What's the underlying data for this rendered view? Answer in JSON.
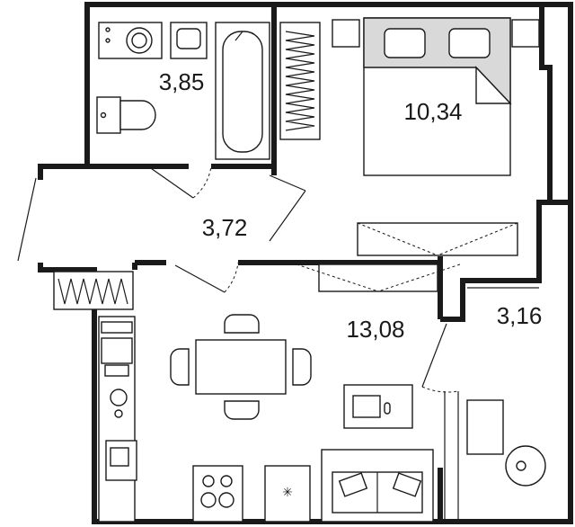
{
  "plan": {
    "rooms": [
      {
        "id": "bathroom",
        "area": "3,85"
      },
      {
        "id": "bedroom",
        "area": "10,34"
      },
      {
        "id": "hallway",
        "area": "3,72"
      },
      {
        "id": "kitchen-living",
        "area": "13,08"
      },
      {
        "id": "balcony",
        "area": "3,16"
      }
    ],
    "colors": {
      "wall": "#1a1a1a",
      "background": "#ffffff",
      "accent_grey": "#d9d9d9"
    }
  }
}
